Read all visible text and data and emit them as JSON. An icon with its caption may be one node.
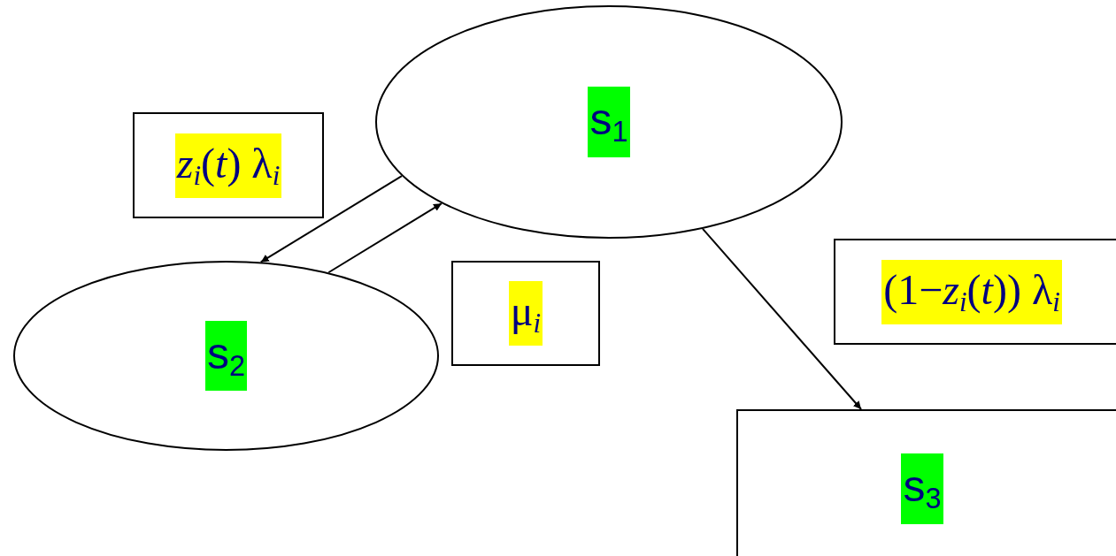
{
  "diagram": {
    "nodes": [
      {
        "text": [
          "s$_{1}$"
        ]
      },
      {
        "text": [
          "*z*$_{i}$(*t*) λ$_{i}$"
        ]
      },
      {
        "text": [
          "s$_{2}$"
        ]
      },
      {
        "text": [
          "μ$_{i}$"
        ]
      },
      {
        "text": [
          "(1−*z*$_{i}$(*t*)) λ$_{i}$"
        ]
      },
      {
        "text": [
          "s$_{3}$"
        ]
      }
    ],
    "edges": [
      {
        "from": 0,
        "to": 2,
        "arrow": "to"
      },
      {
        "from": 2,
        "to": 0,
        "arrow": "to"
      },
      {
        "from": 0,
        "to": 5,
        "arrow": "to"
      }
    ]
  }
}
